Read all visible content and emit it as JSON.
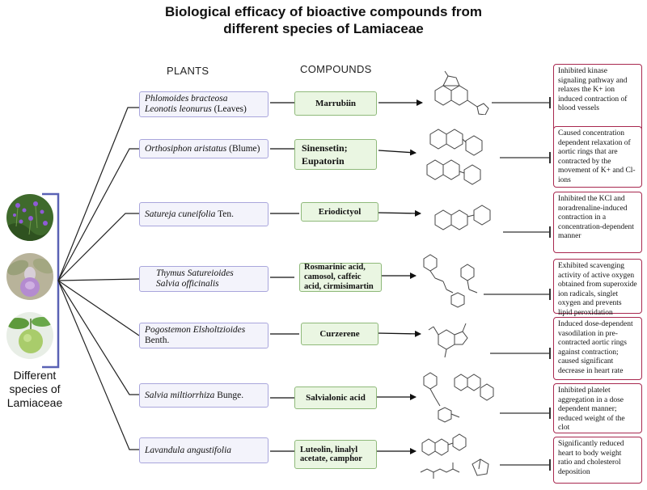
{
  "title": "Biological efficacy of bioactive compounds from different species of Lamiaceae",
  "headers": {
    "plants": "PLANTS",
    "compounds": "COMPOUNDS"
  },
  "species_label": "Different species of Lamiaceae",
  "colors": {
    "plant_border": "#a9a6dc",
    "plant_fill": "#f3f3fb",
    "compound_border": "#8fb97a",
    "compound_fill": "#eaf6e2",
    "effect_border": "#a8284f"
  },
  "rows": [
    {
      "plant_lines": [
        {
          "italic": "Phlomoides bracteosa",
          "normal": ""
        },
        {
          "italic": "Leonotis leonurus",
          "normal": " (Leaves)"
        }
      ],
      "compound": "Marrubiin",
      "effect": "Inhibited kinase signaling pathway and relaxes the K+ ion induced contraction of blood vessels"
    },
    {
      "plant_lines": [
        {
          "italic": "Orthosiphon aristatus",
          "normal": " (Blume)"
        }
      ],
      "compound": "Sinensetin; Eupatorin",
      "effect": "Caused concentration dependent relaxation of aortic rings that are contracted by the movement of K+ and Cl- ions"
    },
    {
      "plant_lines": [
        {
          "italic": "Satureja cuneifolia",
          "normal": " Ten."
        }
      ],
      "compound": "Eriodictyol",
      "effect": "Inhibited the KCl and noradrenaline-induced contraction in a concentration-dependent manner"
    },
    {
      "plant_lines": [
        {
          "italic": "Thymus Satureioides",
          "normal": ""
        },
        {
          "italic": "Salvia officinalis",
          "normal": ""
        }
      ],
      "compound": "Rosmarinic acid, camosol, caffeic acid, cirmisimartin",
      "effect": "Exhibited scavenging activity of active oxygen obtained from superoxide ion radicals, singlet oxygen and prevents lipid peroxidation"
    },
    {
      "plant_lines": [
        {
          "italic": "Pogostemon Elsholtzioides",
          "normal": ""
        },
        {
          "italic": "",
          "normal": "Benth."
        }
      ],
      "compound": "Curzerene",
      "effect": "Induced dose-dependent vasodilation in pre-contracted aortic rings against contraction; caused significant decrease in heart rate"
    },
    {
      "plant_lines": [
        {
          "italic": "Salvia miltiorrhiza",
          "normal": " Bunge."
        }
      ],
      "compound": "Salvialonic acid",
      "effect": "Inhibited platelet aggregation in a dose dependent manner; reduced weight of the clot"
    },
    {
      "plant_lines": [
        {
          "italic": "Lavandula angustifolia",
          "normal": ""
        }
      ],
      "compound": "Luteolin, linalyl acetate, camphor",
      "effect": "Significantly reduced heart to body weight ratio and cholesterol deposition"
    }
  ]
}
